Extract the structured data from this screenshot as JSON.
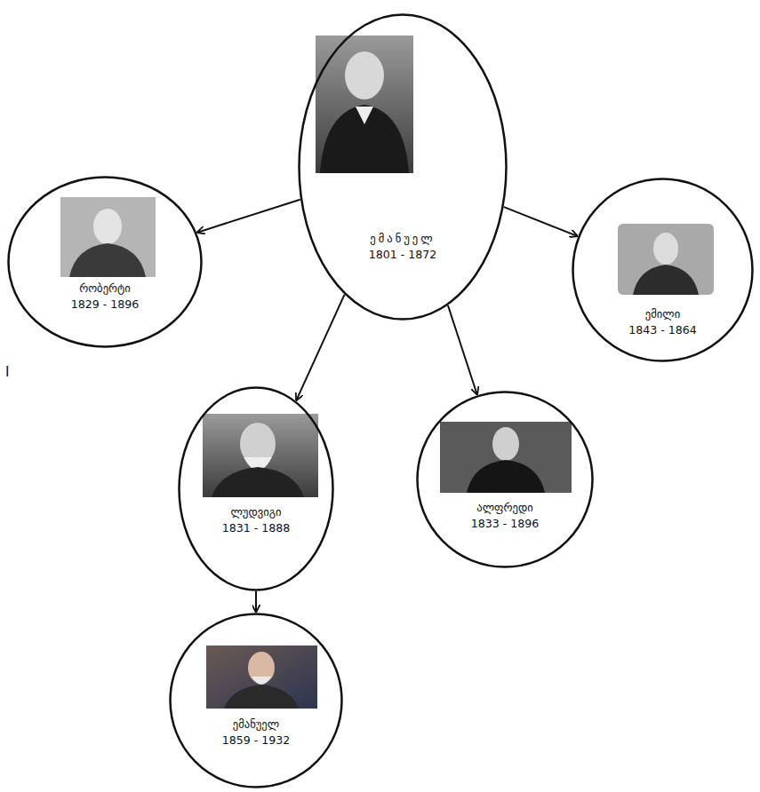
{
  "diagram": {
    "nodes": [
      {
        "text": [
          "ემანუელ",
          "1801 - 1872"
        ]
      },
      {
        "text": [
          "რობერტი",
          "1829 - 1896"
        ]
      },
      {
        "text": [
          "ემილი",
          "1843 - 1864"
        ]
      },
      {
        "text": [
          "ლუდვიგი",
          "1831 - 1888"
        ]
      },
      {
        "text": [
          "ალფრედი",
          "1833 - 1896"
        ]
      },
      {
        "text": [
          "ემანუელ",
          "1859 - 1932"
        ]
      }
    ],
    "edges": [
      {
        "from": 0,
        "to": 1,
        "arrow": "to"
      },
      {
        "from": 0,
        "to": 3,
        "arrow": "to"
      },
      {
        "from": 0,
        "to": 4,
        "arrow": "to"
      },
      {
        "from": 0,
        "to": 2,
        "arrow": "to"
      },
      {
        "from": 3,
        "to": 5,
        "arrow": "to"
      }
    ],
    "labels": [
      "I"
    ]
  }
}
